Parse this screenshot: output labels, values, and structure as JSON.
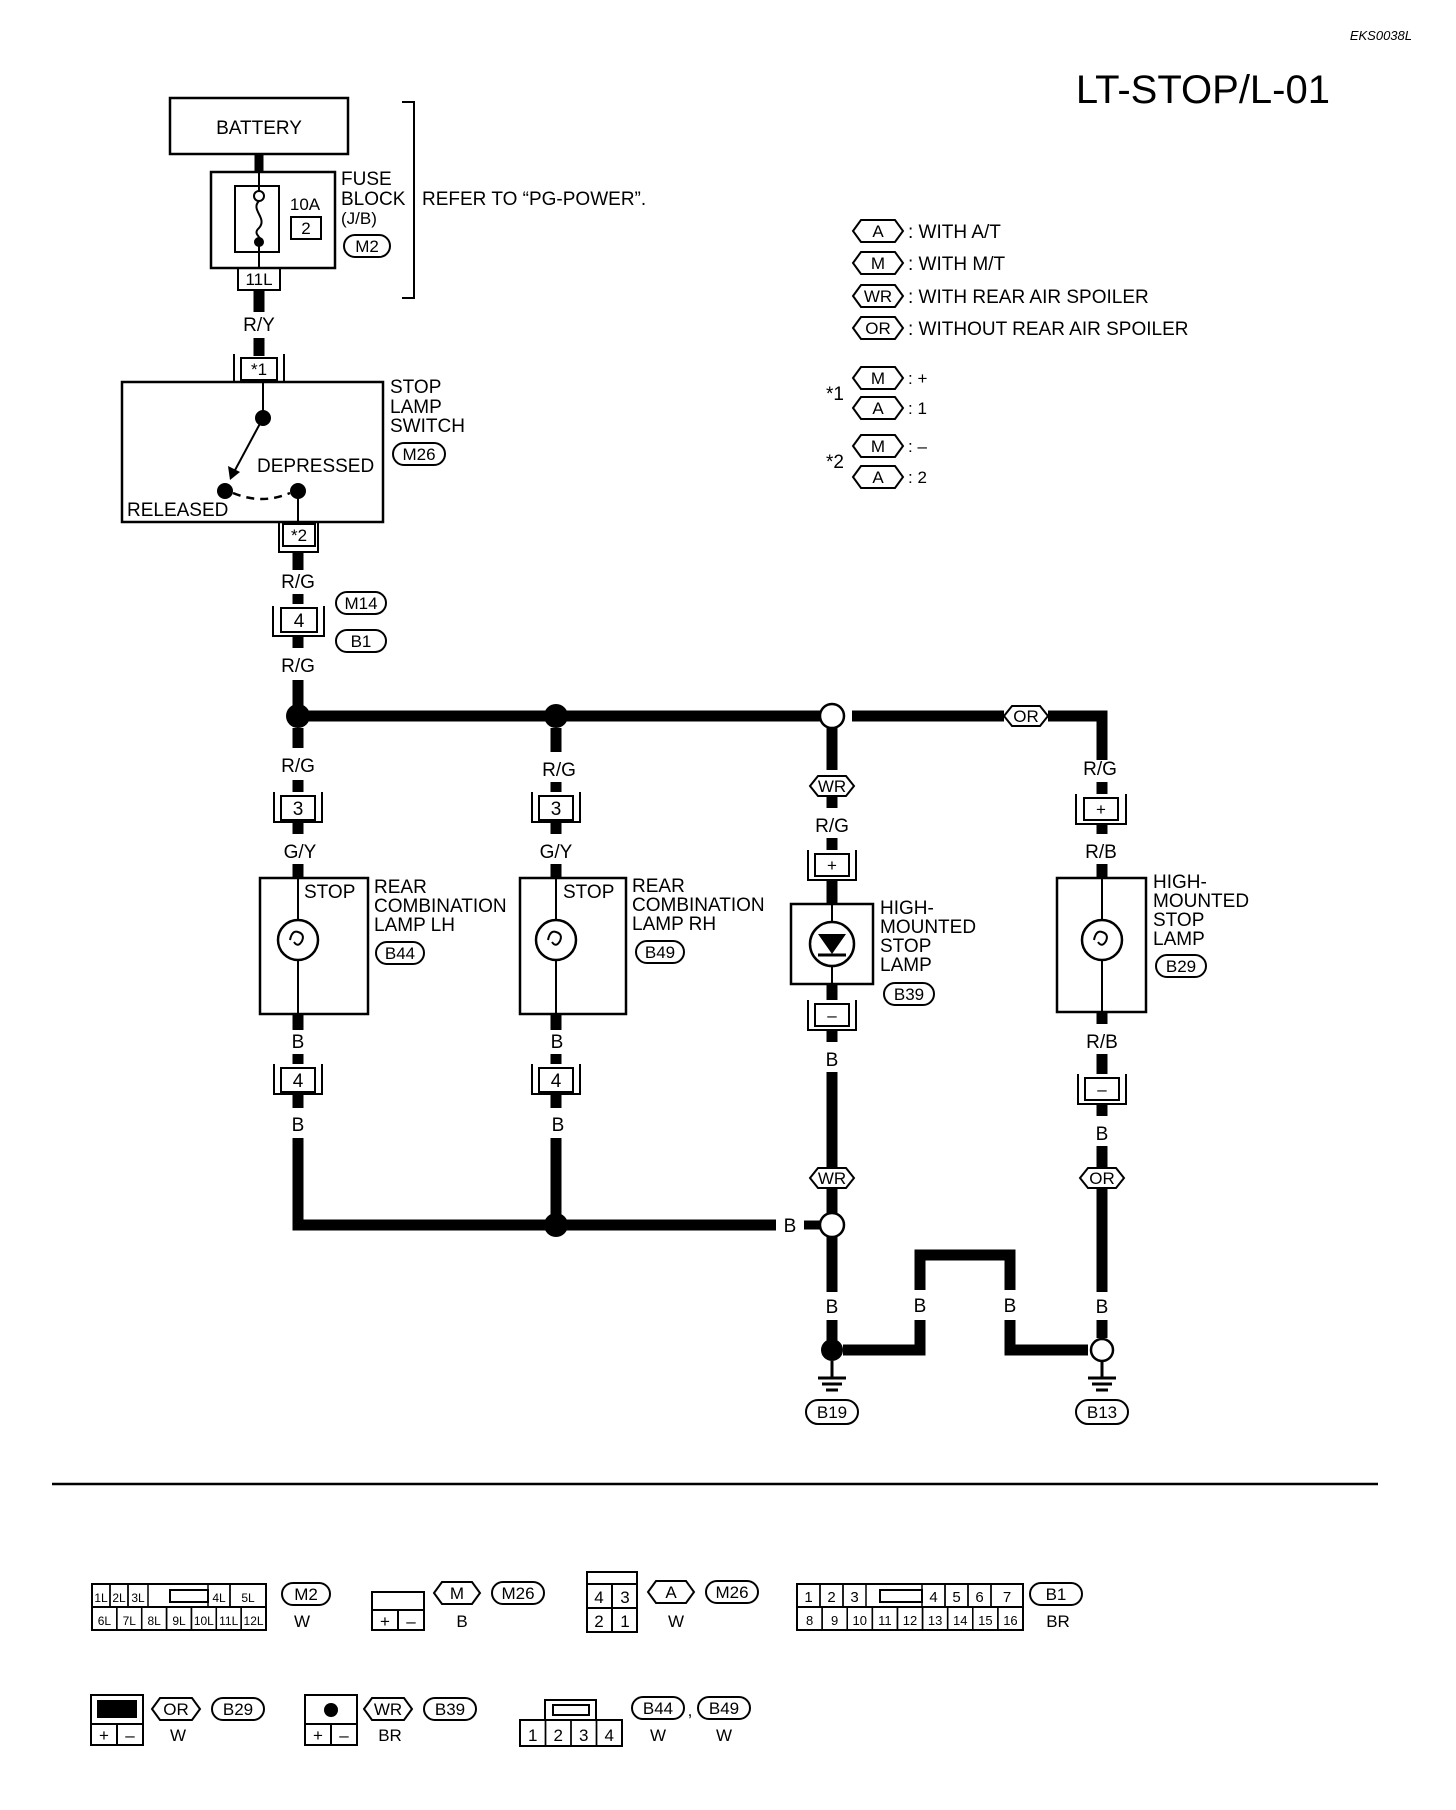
{
  "header": {
    "code": "EKS0038L",
    "title": "LT-STOP/L-01"
  },
  "power": {
    "battery": "BATTERY",
    "fuse_amp": "10A",
    "fuse_no": "2",
    "fuse_block_l1": "FUSE",
    "fuse_block_l2": "BLOCK",
    "fuse_block_l3": "(J/B)",
    "fuse_conn": "M2",
    "fuse_term": "11L",
    "refer": "REFER TO “PG-POWER”."
  },
  "legend": {
    "items": [
      {
        "tag": "A",
        "text": ": WITH A/T"
      },
      {
        "tag": "M",
        "text": ": WITH M/T"
      },
      {
        "tag": "WR",
        "text": ": WITH REAR AIR SPOILER"
      },
      {
        "tag": "OR",
        "text": ": WITHOUT REAR AIR SPOILER"
      }
    ],
    "star1": "*1",
    "star1_m": ": +",
    "star1_a": ": 1",
    "star2": "*2",
    "star2_m": ": –",
    "star2_a": ": 2",
    "tag_m": "M",
    "tag_a": "A"
  },
  "switch": {
    "l1": "STOP",
    "l2": "LAMP",
    "l3": "SWITCH",
    "conn": "M26",
    "depressed": "DEPRESSED",
    "released": "RELEASED",
    "term_in": "*1",
    "term_out": "*2"
  },
  "wires": {
    "ry": "R/Y",
    "rg": "R/G",
    "gy": "G/Y",
    "rb": "R/B",
    "b": "B"
  },
  "joint": {
    "term": "4",
    "conn1": "M14",
    "conn2": "B1"
  },
  "lamps": {
    "lh": {
      "stop": "STOP",
      "l1": "REAR",
      "l2": "COMBINATION",
      "l3": "LAMP LH",
      "conn": "B44",
      "t_in": "3",
      "t_out": "4"
    },
    "rh": {
      "stop": "STOP",
      "l1": "REAR",
      "l2": "COMBINATION",
      "l3": "LAMP RH",
      "conn": "B49",
      "t_in": "3",
      "t_out": "4"
    },
    "hm_wr": {
      "l1": "HIGH-",
      "l2": "MOUNTED",
      "l3": "STOP",
      "l4": "LAMP",
      "conn": "B39",
      "t_in": "+",
      "t_out": "–"
    },
    "hm_or": {
      "l1": "HIGH-",
      "l2": "MOUNTED",
      "l3": "STOP",
      "l4": "LAMP",
      "conn": "B29",
      "t_in": "+",
      "t_out": "–"
    }
  },
  "options": {
    "wr": "WR",
    "or": "OR"
  },
  "grounds": {
    "g1": "B19",
    "g2": "B13"
  },
  "connectors": {
    "m2": {
      "id": "M2",
      "color": "W",
      "top": [
        "1L",
        "2L",
        "3L",
        "4L",
        "5L"
      ],
      "bottom": [
        "6L",
        "7L",
        "8L",
        "9L",
        "10L",
        "11L",
        "12L"
      ]
    },
    "m26_m": {
      "tag": "M",
      "id": "M26",
      "color": "B",
      "cells": [
        "+",
        "–"
      ]
    },
    "m26_a": {
      "tag": "A",
      "id": "M26",
      "color": "W",
      "top": [
        "4",
        "3"
      ],
      "bottom": [
        "2",
        "1"
      ]
    },
    "b1": {
      "id": "B1",
      "color": "BR",
      "top": [
        "1",
        "2",
        "3",
        "4",
        "5",
        "6",
        "7"
      ],
      "bottom": [
        "8",
        "9",
        "10",
        "11",
        "12",
        "13",
        "14",
        "15",
        "16"
      ]
    },
    "b29": {
      "tag": "OR",
      "id": "B29",
      "color": "W",
      "cells": [
        "+",
        "–"
      ]
    },
    "b39": {
      "tag": "WR",
      "id": "B39",
      "color": "BR",
      "cells": [
        "+",
        "–"
      ]
    },
    "b44": {
      "id": "B44",
      "color": "W",
      "sep": ",",
      "cells": [
        "1",
        "2",
        "3",
        "4"
      ]
    },
    "b49": {
      "id": "B49",
      "color": "W"
    }
  }
}
